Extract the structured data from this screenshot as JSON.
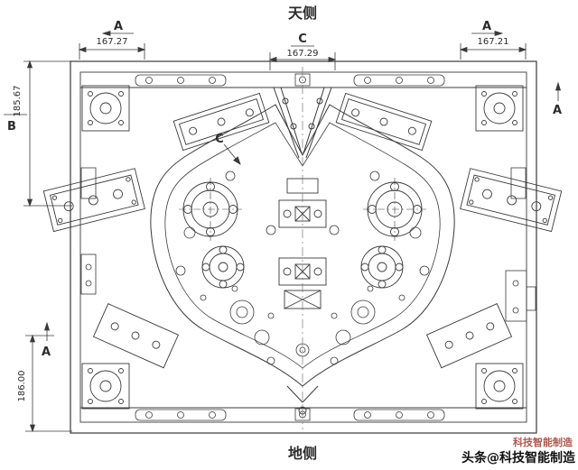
{
  "labels": {
    "top_side": "天侧",
    "bottom_side": "地侧"
  },
  "dimensions": {
    "top_left": {
      "section": "A",
      "value": "167.27"
    },
    "top_center": {
      "section": "C",
      "value": "167.29"
    },
    "top_right": {
      "section": "A",
      "value": "167.21"
    },
    "left": {
      "section": "B",
      "value": "185.67"
    },
    "bottom_left": {
      "section": "A",
      "value": "186.00"
    },
    "right": {
      "section": "A"
    },
    "inner": {
      "section": "C"
    }
  },
  "watermark": {
    "text": "头条@科技智能制造",
    "red_text": "科技智能制造"
  },
  "colors": {
    "line": "#3a3a3a",
    "background": "#ffffff",
    "watermark": "#111111",
    "watermark_red": "#a23a32"
  }
}
